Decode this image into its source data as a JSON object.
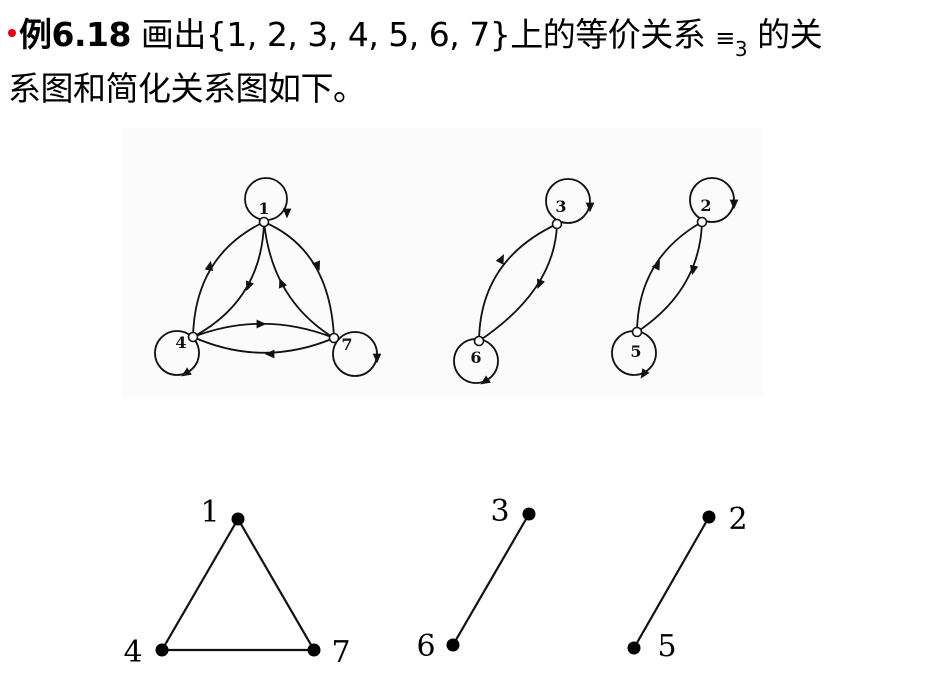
{
  "heading": {
    "bullet_color": "#e60012",
    "example_label": "例6.18",
    "line1_text": " 画出{1, 2, 3, 4, 5, 6, 7}上的等价关系 ",
    "equiv_symbol": "≡",
    "equiv_subscript": "3",
    "line1_tail": " 的关",
    "line2_text": "系图和简化关系图如下。"
  },
  "relation_graph": {
    "description": "Directed relation graph of ≡3 on {1..7} with self-loops and bidirectional edges",
    "nodes": [
      {
        "id": "1",
        "label": "1"
      },
      {
        "id": "4",
        "label": "4"
      },
      {
        "id": "7",
        "label": "7"
      },
      {
        "id": "3",
        "label": "3"
      },
      {
        "id": "6",
        "label": "6"
      },
      {
        "id": "2",
        "label": "2"
      },
      {
        "id": "5",
        "label": "5"
      }
    ],
    "components": [
      [
        "1",
        "4",
        "7"
      ],
      [
        "3",
        "6"
      ],
      [
        "2",
        "5"
      ]
    ],
    "self_loops": [
      "1",
      "2",
      "3",
      "4",
      "5",
      "6",
      "7"
    ],
    "edges": [
      [
        "1",
        "4"
      ],
      [
        "4",
        "1"
      ],
      [
        "1",
        "7"
      ],
      [
        "7",
        "1"
      ],
      [
        "4",
        "7"
      ],
      [
        "7",
        "4"
      ],
      [
        "3",
        "6"
      ],
      [
        "6",
        "3"
      ],
      [
        "2",
        "5"
      ],
      [
        "5",
        "2"
      ]
    ]
  },
  "simplified_graph": {
    "description": "Simplified (undirected, no loops) relation graph",
    "nodes": [
      {
        "id": "1",
        "label": "1"
      },
      {
        "id": "4",
        "label": "4"
      },
      {
        "id": "7",
        "label": "7"
      },
      {
        "id": "3",
        "label": "3"
      },
      {
        "id": "6",
        "label": "6"
      },
      {
        "id": "2",
        "label": "2"
      },
      {
        "id": "5",
        "label": "5"
      }
    ],
    "edges": [
      [
        "1",
        "4"
      ],
      [
        "1",
        "7"
      ],
      [
        "4",
        "7"
      ],
      [
        "3",
        "6"
      ],
      [
        "2",
        "5"
      ]
    ]
  }
}
